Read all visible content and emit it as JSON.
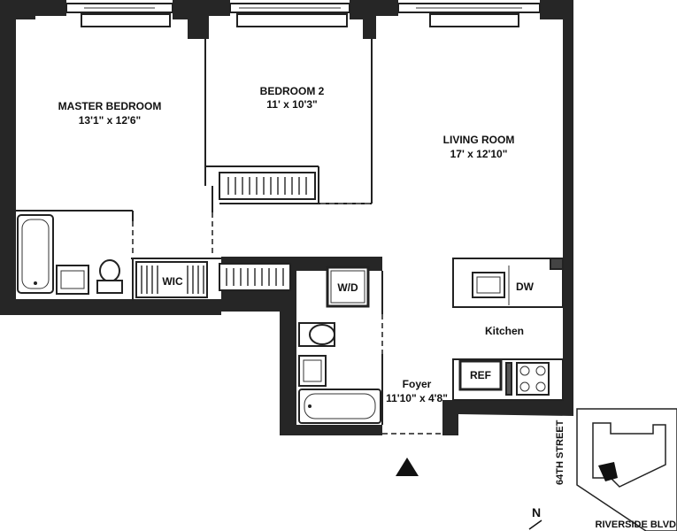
{
  "rooms": {
    "master_bedroom": {
      "name": "MASTER BEDROOM",
      "size": "13'1\" x 12'6\""
    },
    "bedroom2": {
      "name": "BEDROOM 2",
      "size": "11' x 10'3\""
    },
    "living_room": {
      "name": "LIVING ROOM",
      "size": "17' x 12'10\""
    },
    "kitchen": {
      "name": "Kitchen"
    },
    "foyer": {
      "name": "Foyer",
      "size": "11'10\" x 4'8\""
    },
    "wic": {
      "name": "WIC"
    }
  },
  "appliances": {
    "washer_dryer": "W/D",
    "dishwasher": "DW",
    "refrigerator": "REF"
  },
  "key_plan": {
    "street_label": "64TH STREET",
    "avenue_label": "RIVERSIDE BLVD",
    "north_label": "N"
  }
}
